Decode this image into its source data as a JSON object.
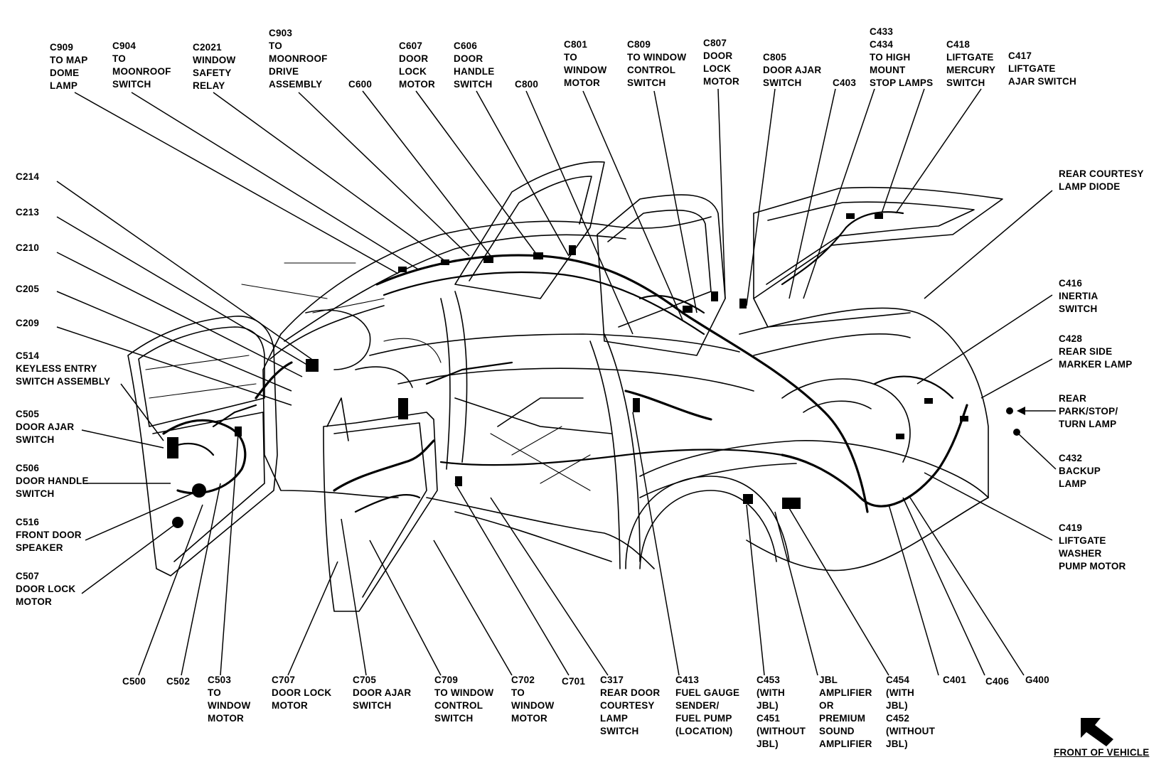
{
  "labels": [
    {
      "text": "C909\nTO MAP\nDOME\nLAMP"
    },
    {
      "text": "C904\nTO\nMOONROOF\nSWITCH"
    },
    {
      "text": "C2021\nWINDOW\nSAFETY\nRELAY"
    },
    {
      "text": "C903\nTO\nMOONROOF\nDRIVE\nASSEMBLY"
    },
    {
      "text": "C600"
    },
    {
      "text": "C607\nDOOR\nLOCK\nMOTOR"
    },
    {
      "text": "C606\nDOOR\nHANDLE\nSWITCH"
    },
    {
      "text": "C800"
    },
    {
      "text": "C801\nTO\nWINDOW\nMOTOR"
    },
    {
      "text": "C809\nTO WINDOW\nCONTROL\nSWITCH"
    },
    {
      "text": "C807\nDOOR\nLOCK\nMOTOR"
    },
    {
      "text": "C805\nDOOR AJAR\nSWITCH"
    },
    {
      "text": "C403"
    },
    {
      "text": "C433\nC434\nTO HIGH\nMOUNT\nSTOP LAMPS"
    },
    {
      "text": "C418\nLIFTGATE\nMERCURY\nSWITCH"
    },
    {
      "text": "C417\nLIFTGATE\nAJAR SWITCH"
    },
    {
      "text": "REAR COURTESY\nLAMP DIODE"
    },
    {
      "text": "C416\nINERTIA\nSWITCH"
    },
    {
      "text": "C428\nREAR SIDE\nMARKER LAMP"
    },
    {
      "text": "REAR\nPARK/STOP/\nTURN LAMP"
    },
    {
      "text": "C432\nBACKUP\nLAMP"
    },
    {
      "text": "C419\nLIFTGATE\nWASHER\nPUMP MOTOR"
    },
    {
      "text": "C214"
    },
    {
      "text": "C213"
    },
    {
      "text": "C210"
    },
    {
      "text": "C205"
    },
    {
      "text": "C209"
    },
    {
      "text": "C514\nKEYLESS ENTRY\nSWITCH ASSEMBLY"
    },
    {
      "text": "C505\nDOOR AJAR\nSWITCH"
    },
    {
      "text": "C506\nDOOR HANDLE\nSWITCH"
    },
    {
      "text": "C516\nFRONT DOOR\nSPEAKER"
    },
    {
      "text": "C507\nDOOR LOCK\nMOTOR"
    },
    {
      "text": "C500"
    },
    {
      "text": "C502"
    },
    {
      "text": "C503\nTO\nWINDOW\nMOTOR"
    },
    {
      "text": "C707\nDOOR LOCK\nMOTOR"
    },
    {
      "text": "C705\nDOOR AJAR\nSWITCH"
    },
    {
      "text": "C709\nTO WINDOW\nCONTROL\nSWITCH"
    },
    {
      "text": "C702\nTO\nWINDOW\nMOTOR"
    },
    {
      "text": "C701"
    },
    {
      "text": "C317\nREAR DOOR\nCOURTESY\nLAMP\nSWITCH"
    },
    {
      "text": "C413\nFUEL GAUGE\nSENDER/\nFUEL PUMP\n(LOCATION)"
    },
    {
      "text": "C453\n(WITH\nJBL)\nC451\n(WITHOUT\nJBL)"
    },
    {
      "text": "JBL\nAMPLIFIER\nOR\nPREMIUM\nSOUND\nAMPLIFIER"
    },
    {
      "text": "C454\n(WITH\nJBL)\nC452\n(WITHOUT\nJBL)"
    },
    {
      "text": "C401"
    },
    {
      "text": "C406"
    },
    {
      "text": "G400"
    }
  ],
  "front_of_vehicle": "FRONT OF VEHICLE",
  "icons": [
    "front-direction-arrow-icon"
  ]
}
